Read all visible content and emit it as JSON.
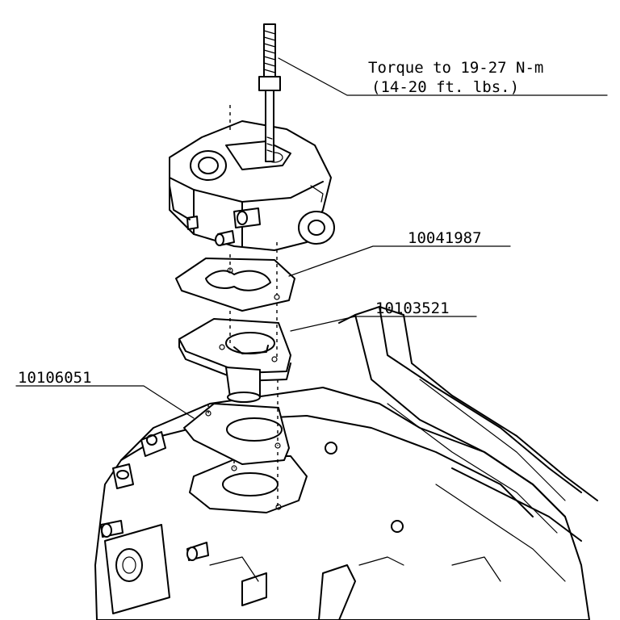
{
  "torque": {
    "line1": "Torque to 19-27 N-m",
    "line2": "(14-20 ft. lbs.)"
  },
  "parts": [
    {
      "id": "upper-gasket",
      "label": "10041987"
    },
    {
      "id": "tbi-spacer",
      "label": "10103521"
    },
    {
      "id": "lower-gasket",
      "label": "10106051"
    }
  ],
  "colors": {
    "ink": "#000000",
    "paper": "#ffffff"
  }
}
